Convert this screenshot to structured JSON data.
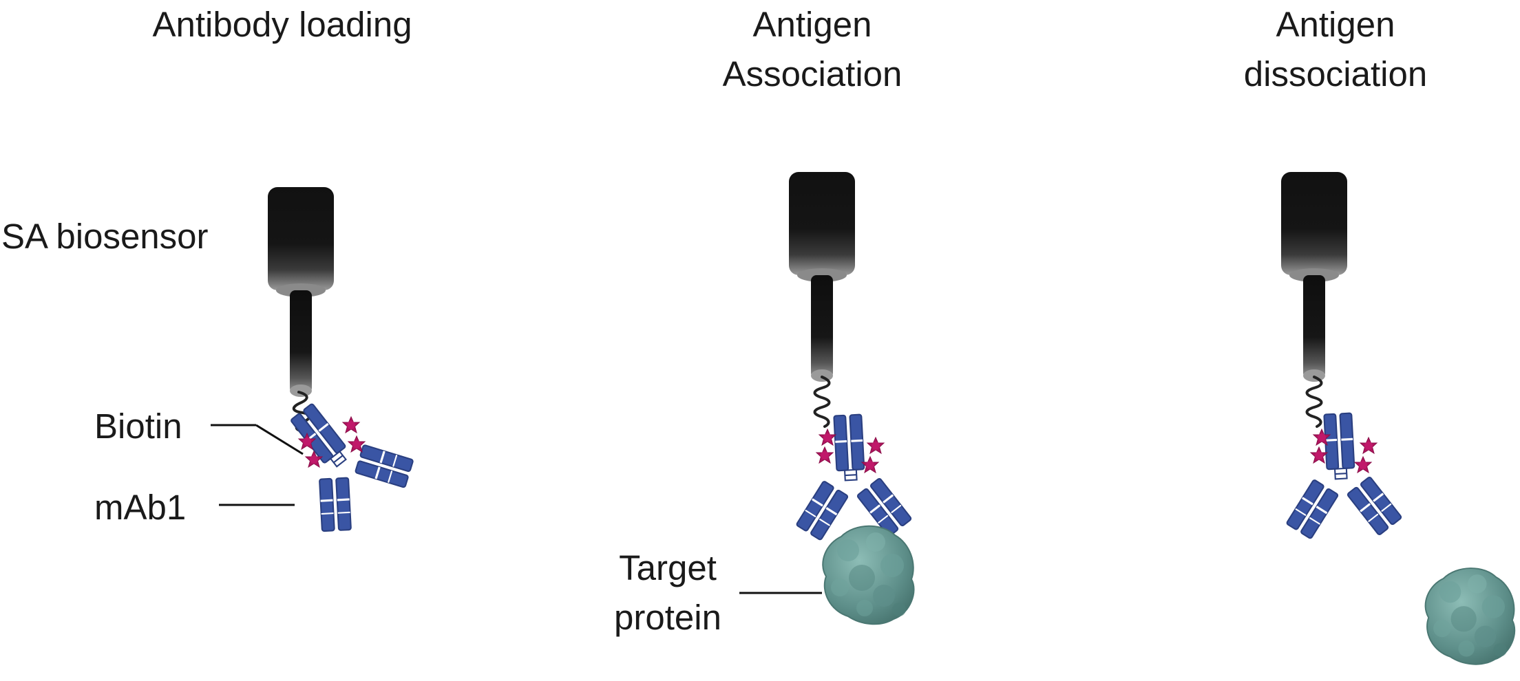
{
  "stages": [
    {
      "title_line1": "Antibody loading",
      "title_line2": ""
    },
    {
      "title_line1": "Antigen",
      "title_line2": "Association"
    },
    {
      "title_line1": "Antigen",
      "title_line2": "dissociation"
    }
  ],
  "labels": {
    "sensor": "SA biosensor",
    "biotin": "Biotin",
    "antibody": "mAb1",
    "target_line1": "Target",
    "target_line2": "protein"
  },
  "colors": {
    "sensor_dark": "#111111",
    "sensor_grey": "#8a8a8a",
    "antibody_blue": "#3a55a4",
    "antibody_blue_light": "#5f79c2",
    "biotin_magenta": "#b0145e",
    "protein_teal": "#5e8f8a",
    "protein_teal_light": "#7fb0aa",
    "text": "#1a1a1a"
  },
  "icons": [
    "biosensor-tip-icon",
    "antibody-icon",
    "biotin-star-icon",
    "target-protein-icon"
  ]
}
